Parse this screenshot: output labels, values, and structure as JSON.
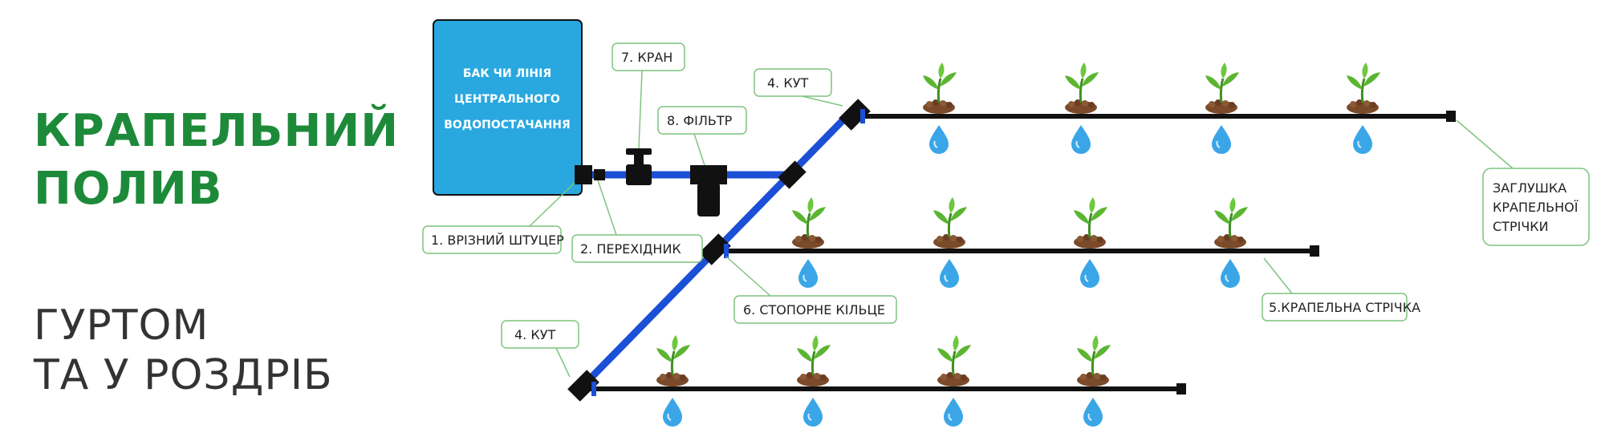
{
  "headline": {
    "line1": "КРАПЕЛЬНИЙ",
    "line2": "ПОЛИВ"
  },
  "subline": {
    "line1": "ГУРТОМ",
    "line2": "ТА У РОЗДРІБ"
  },
  "tank": {
    "line1": "БАК ЧИ ЛІНІЯ",
    "line2": "ЦЕНТРАЛЬНОГО",
    "line3": "ВОДОПОСТАЧАННЯ"
  },
  "labels": {
    "fitting": "1. ВРІЗНИЙ ШТУЦЕР",
    "adapter": "2. ПЕРЕХІДНИК",
    "tape": "5.КРАПЕЛЬНА СТРІЧКА",
    "lock_ring": "6. СТОПОРНЕ КІЛЬЦЕ",
    "valve": "7. КРАН",
    "filter": "8. ФІЛЬТР",
    "corner_top": "4. КУТ",
    "corner_bottom": "4. КУТ",
    "end_cap_line1": "ЗАГЛУШКА",
    "end_cap_line2": "КРАПЕЛЬНОЇ",
    "end_cap_line3": "СТРІЧКИ"
  },
  "colors": {
    "headline_green": "#1d8a3a",
    "tank_blue": "#29a8e0",
    "pipe_blue": "#1b4fd6",
    "tape_black": "#111111",
    "label_border": "#7fc47f",
    "drop_blue": "#3aa6e8",
    "plant_green": "#5bb531",
    "soil_brown": "#7a4a2a"
  },
  "icons": [
    "plant-icon",
    "water-drop-icon"
  ]
}
